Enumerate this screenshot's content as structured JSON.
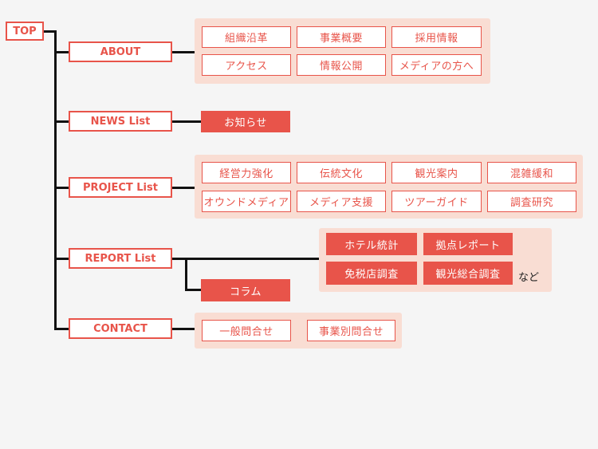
{
  "nodes": {
    "top": "TOP",
    "about": "ABOUT",
    "news": "NEWS List",
    "project": "PROJECT List",
    "report": "REPORT List",
    "contact": "CONTACT"
  },
  "about_items": [
    "組織沿革",
    "事業概要",
    "採用情報",
    "アクセス",
    "情報公開",
    "メディアの方へ"
  ],
  "news_items": [
    "お知らせ"
  ],
  "project_items": [
    "経営力強化",
    "伝統文化",
    "観光案内",
    "混雑緩和",
    "オウンドメディア",
    "メディア支援",
    "ツアーガイド",
    "調査研究"
  ],
  "report_items": [
    "ホテル統計",
    "拠点レポート",
    "免税店調査",
    "観光総合調査"
  ],
  "report_note": "など",
  "report_column": "コラム",
  "contact_items": [
    "一般問合せ",
    "事業別問合せ"
  ],
  "colors": {
    "accent": "#e8544a",
    "group_bg": "#f9ddd3",
    "line": "#111111"
  }
}
